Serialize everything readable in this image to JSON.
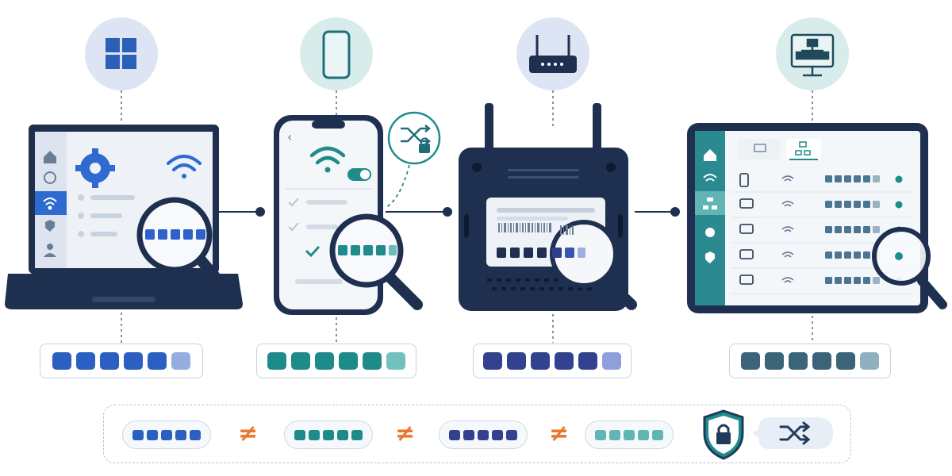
{
  "colors": {
    "navy": "#1f2f4f",
    "teal": "#1f8c8c",
    "windows_blue": "#2c62c9",
    "mac_orange": "#e9782d",
    "light_bg": "#eef2f7",
    "circle_blue": "#dde5f5",
    "circle_teal": "#d9ecec"
  },
  "devices": [
    {
      "name": "windows-laptop",
      "top_icon": "windows-logo-icon",
      "mac_address_squares": 6,
      "color_theme": "blue"
    },
    {
      "name": "smartphone",
      "top_icon": "smartphone-icon",
      "mac_address_squares": 6,
      "color_theme": "teal",
      "badge_icon": "shuffle-lock-icon"
    },
    {
      "name": "router",
      "top_icon": "router-icon",
      "mac_address_squares": 6,
      "color_theme": "indigo"
    },
    {
      "name": "network-tablet",
      "top_icon": "network-monitor-icon",
      "mac_address_squares": 6,
      "color_theme": "slate"
    }
  ],
  "comparison": {
    "separator_symbol": "≠",
    "result_icons": [
      "shield-lock-icon",
      "shuffle-icon"
    ]
  }
}
